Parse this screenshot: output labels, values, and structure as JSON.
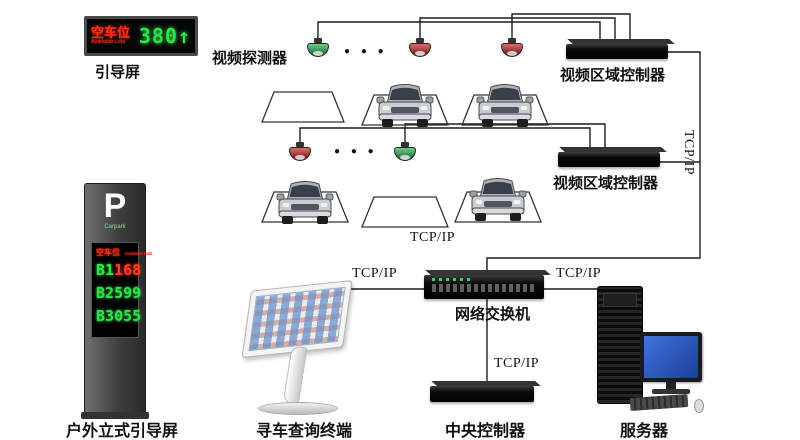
{
  "colors": {
    "led_green": "#2fe34f",
    "led_red": "#ff2d16",
    "cam_free": "#1fb14e",
    "cam_occupied": "#c42020",
    "line": "#1c1c1c"
  },
  "led_display": {
    "label_cn": "空车位",
    "label_en": "Available Lots",
    "value": "380↑",
    "caption": "引导屏"
  },
  "detector_label": "视频探测器",
  "ellipsis": "● ● ●",
  "cameras": [
    {
      "id": "camera-1",
      "status_color": "#1fb14e"
    },
    {
      "id": "camera-2",
      "status_color": "#c42020"
    },
    {
      "id": "camera-3",
      "status_color": "#c42020"
    },
    {
      "id": "camera-4",
      "status_color": "#c42020"
    },
    {
      "id": "camera-5",
      "status_color": "#1fb14e"
    }
  ],
  "video_controllers": [
    {
      "label": "视频区域控制器"
    },
    {
      "label": "视频区域控制器"
    }
  ],
  "network_switch": {
    "label": "网络交换机"
  },
  "tcp_ip": {
    "vertical_right": "TCP/IP",
    "above_switch": "TCP/IP",
    "left_of_switch": "TCP/IP",
    "right_of_switch": "TCP/IP",
    "below_switch": "TCP/IP"
  },
  "pillar_display": {
    "letter": "P",
    "carpark": "Carpark",
    "avail_cn": "空车位",
    "avail_en": "Available Lots",
    "rows": [
      {
        "floor": "B1",
        "value": "168",
        "floor_color": "#2fe34f",
        "value_color": "#ff3b1d"
      },
      {
        "floor": "B2",
        "value": "599",
        "floor_color": "#2fe34f",
        "value_color": "#2fe34f"
      },
      {
        "floor": "B3",
        "value": "055",
        "floor_color": "#2fe34f",
        "value_color": "#2fe34f"
      }
    ],
    "caption": "户外立式引导屏"
  },
  "kiosk": {
    "caption": "寻车查询终端"
  },
  "central_controller": {
    "caption": "中央控制器"
  },
  "server": {
    "caption": "服务器"
  }
}
